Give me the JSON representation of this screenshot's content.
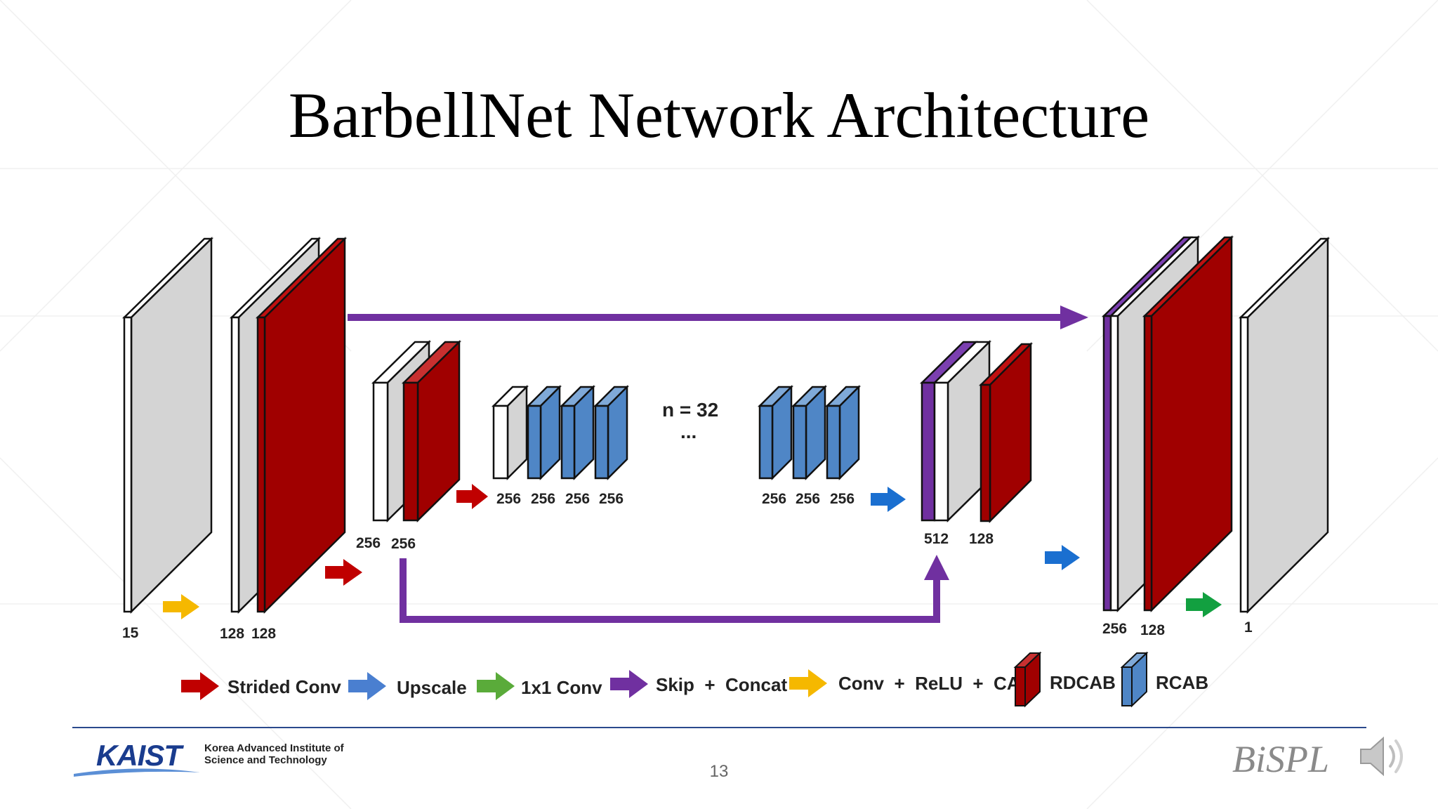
{
  "slide": {
    "title": "BarbellNet Network Architecture",
    "page_number": "13"
  },
  "diagram": {
    "left_column": {
      "input_channels": "15",
      "block2_labels": [
        "128",
        "128"
      ],
      "block3_labels": [
        "256",
        "256"
      ]
    },
    "middle": {
      "left_group_labels": [
        "256",
        "256",
        "256",
        "256"
      ],
      "repeat_label": "n = 32",
      "ellipsis": "...",
      "right_group_labels": [
        "256",
        "256",
        "256"
      ]
    },
    "right_column": {
      "block_labels": [
        "512",
        "128"
      ],
      "wide_block_labels": [
        "256",
        "128"
      ],
      "output_channels": "1"
    }
  },
  "legend": [
    {
      "label": "Strided Conv",
      "icon": "red-arrow-icon",
      "color": "#c00000"
    },
    {
      "label": "Upscale",
      "icon": "blue-arrow-icon",
      "color": "#4a7fd0"
    },
    {
      "label": "1x1 Conv",
      "icon": "green-arrow-icon",
      "color": "#5aab3a"
    },
    {
      "label": "Skip  +  Concat",
      "icon": "purple-arrow-icon",
      "color": "#7030a0"
    },
    {
      "label": "Conv  +  ReLU  +  CA",
      "icon": "yellow-arrow-icon",
      "color": "#f5b800"
    },
    {
      "label": "RDCAB",
      "icon": "rdcab-block-icon",
      "color": "#a00000"
    },
    {
      "label": "RCAB",
      "icon": "rcab-block-icon",
      "color": "#4f86c6"
    }
  ],
  "footer": {
    "logo_text": "KAIST",
    "institute_line1": "Korea Advanced Institute of",
    "institute_line2": "Science and Technology",
    "lab_logo": "BiSPL"
  },
  "colors": {
    "rdcab": "#a00000",
    "rcab": "#4f86c6",
    "gray_block": "#d4d4d4",
    "skip": "#7030a0",
    "footer_line": "#2b4a8c"
  }
}
